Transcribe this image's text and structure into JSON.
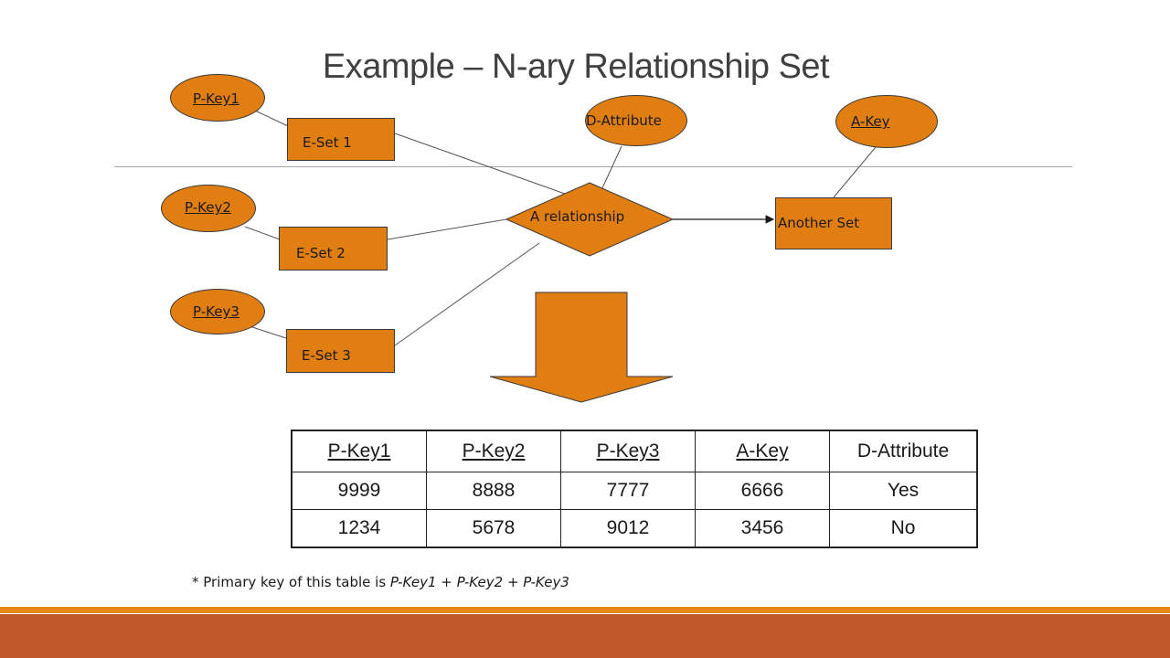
{
  "slide": {
    "title": "Example – N-ary Relationship Set"
  },
  "diagram": {
    "entities": {
      "eset1": "E-Set 1",
      "eset2": "E-Set 2",
      "eset3": "E-Set 3",
      "another": "Another Set"
    },
    "attributes": {
      "pkey1": "P-Key1",
      "pkey2": "P-Key2",
      "pkey3": "P-Key3",
      "dattr": "D-Attribute",
      "akey": "A-Key"
    },
    "relationship": "A relationship",
    "colors": {
      "fill": "#e07e12",
      "stroke": "#3a3a3a"
    }
  },
  "table": {
    "headers": [
      "P-Key1",
      "P-Key2",
      "P-Key3",
      "A-Key",
      "D-Attribute"
    ],
    "rows": [
      [
        "9999",
        "8888",
        "7777",
        "6666",
        "Yes"
      ],
      [
        "1234",
        "5678",
        "9012",
        "3456",
        "No"
      ]
    ]
  },
  "note": {
    "prefix": "* Primary key of this table is ",
    "keys": "P-Key1 + P-Key2 + P-Key3"
  },
  "footer": {
    "colors": [
      "#e8891a",
      "#c0582b"
    ]
  }
}
